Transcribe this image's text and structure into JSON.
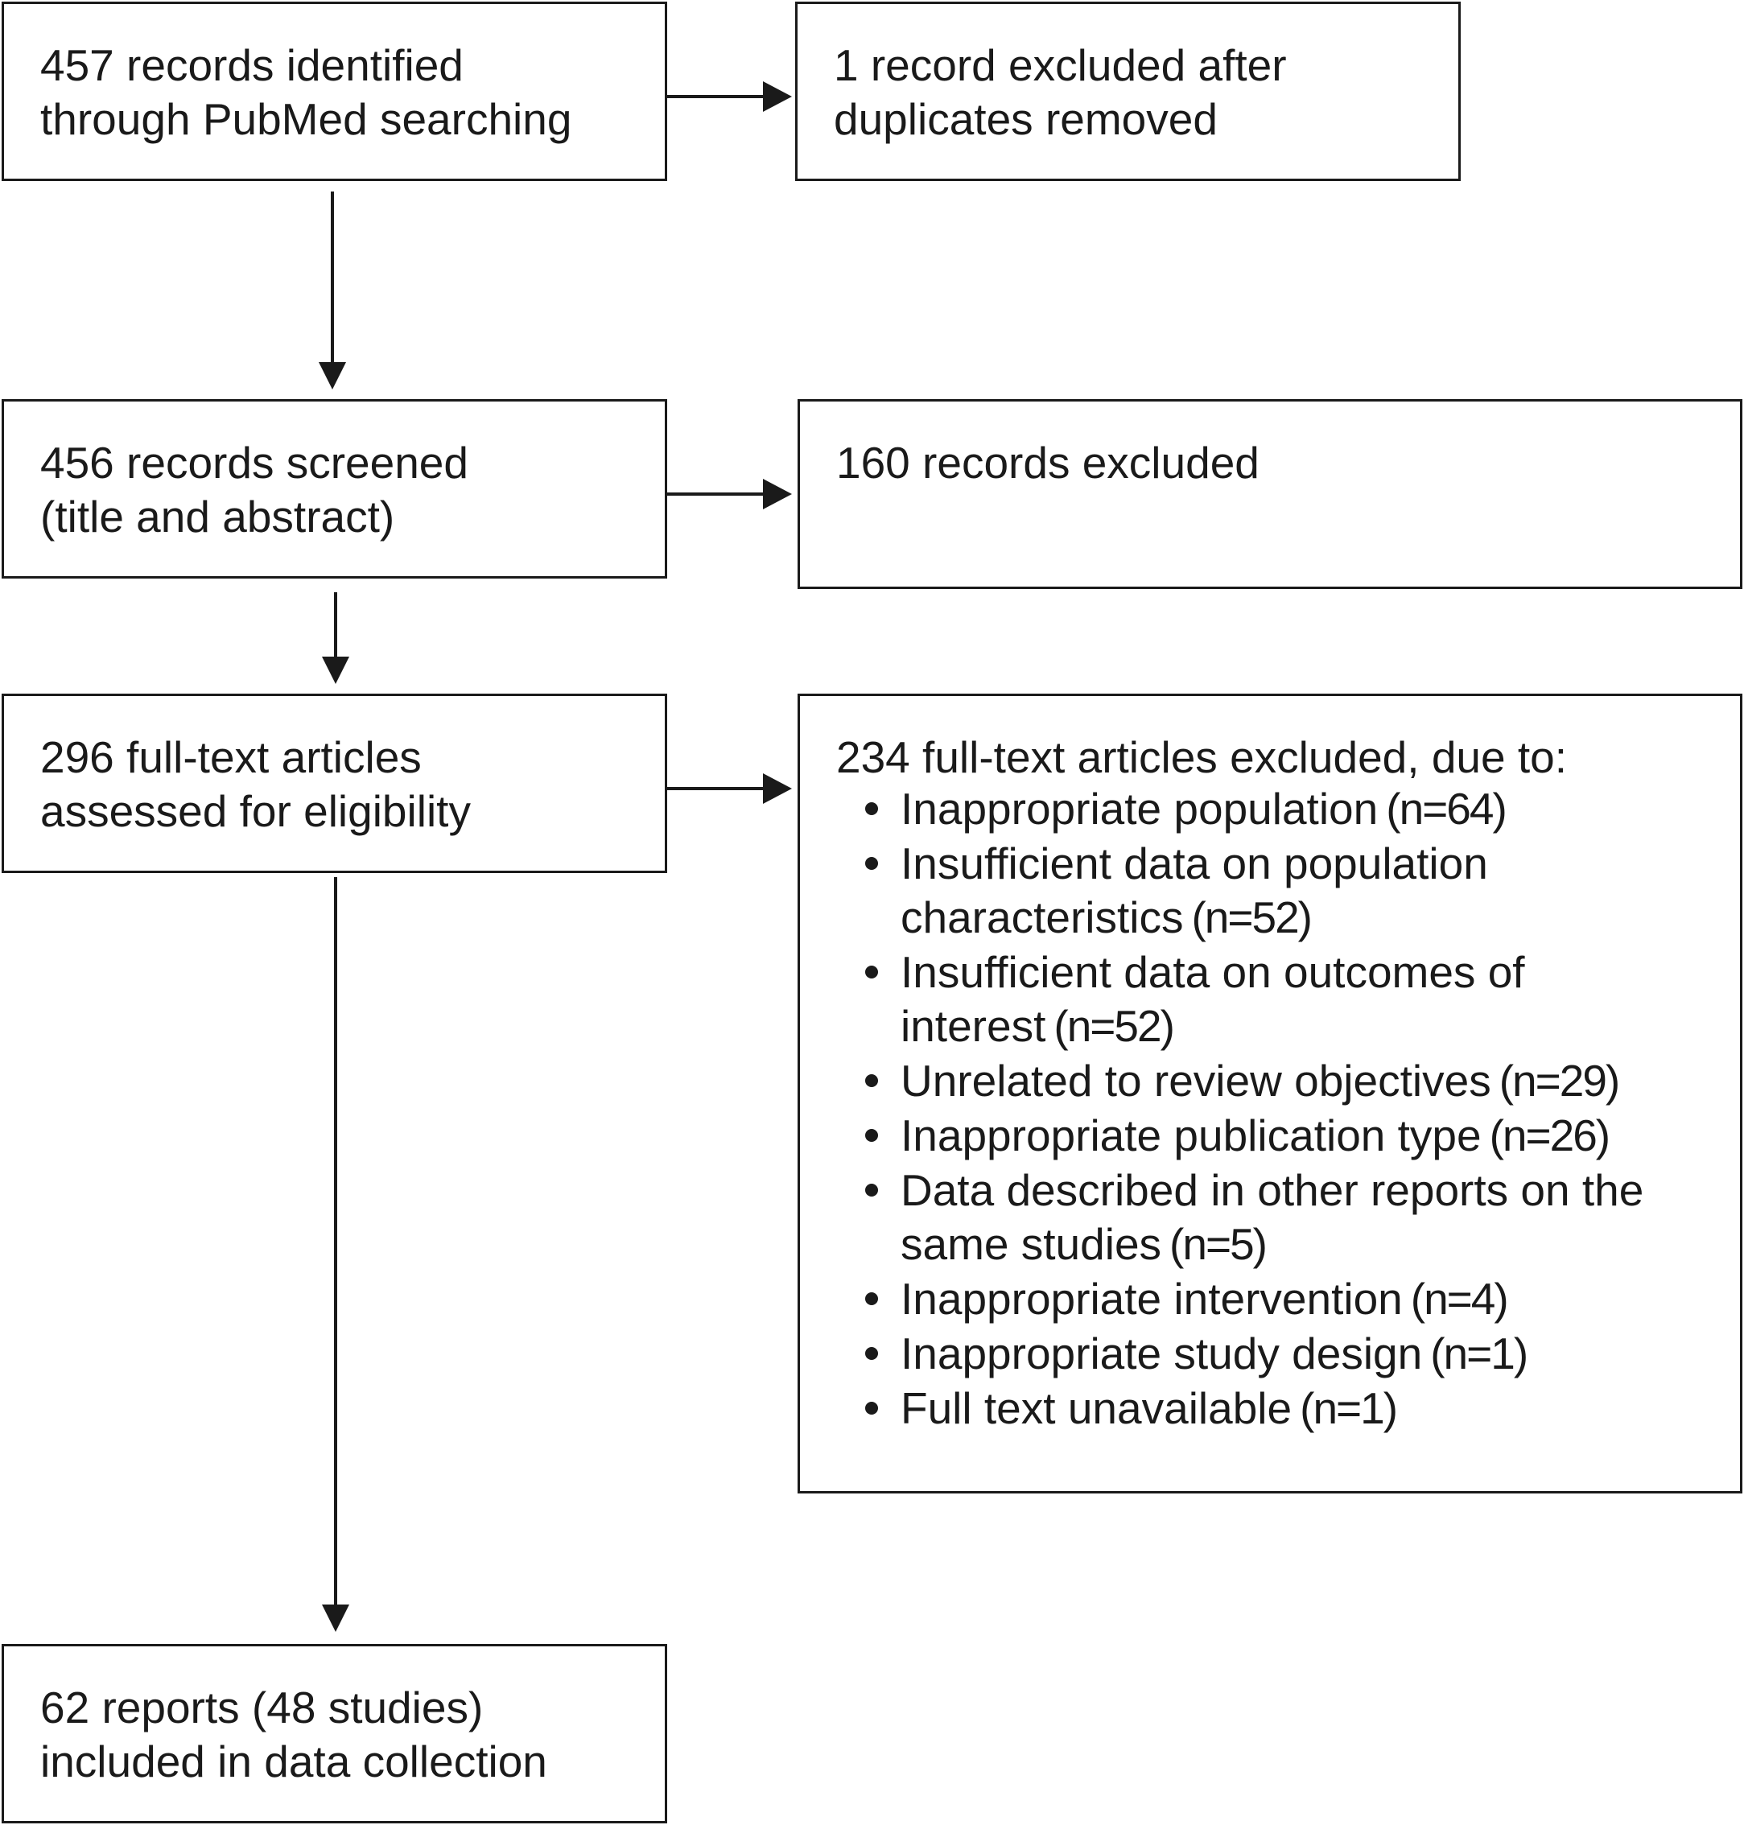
{
  "flow": {
    "identified": "457 records identified\nthrough PubMed searching",
    "duplicates_excluded": "1 record excluded after\nduplicates removed",
    "screened": "456 records screened\n(title and abstract)",
    "screen_excluded": "160 records excluded",
    "fulltext_assessed": "296 full-text articles\nassessed for eligibility",
    "included": "62 reports (48 studies)\nincluded in data collection"
  },
  "fulltext_excluded": {
    "heading": "234 full-text articles excluded, due to:",
    "reasons": [
      {
        "reason": "Inappropriate population",
        "count": "(n=64)"
      },
      {
        "reason": "Insufficient data on population characteristics",
        "count": "(n=52)"
      },
      {
        "reason": "Insufficient data on outcomes of interest",
        "count": "(n=52)"
      },
      {
        "reason": "Unrelated to review objectives",
        "count": "(n=29)"
      },
      {
        "reason": "Inappropriate publication type",
        "count": "(n=26)"
      },
      {
        "reason": "Data described in other reports on the same studies",
        "count": "(n=5)"
      },
      {
        "reason": "Inappropriate intervention",
        "count": "(n=4)"
      },
      {
        "reason": "Inappropriate study design",
        "count": "(n=1)"
      },
      {
        "reason": "Full text unavailable",
        "count": "(n=1)"
      }
    ]
  },
  "colors": {
    "stroke": "#1a1a1a",
    "background": "#ffffff"
  }
}
